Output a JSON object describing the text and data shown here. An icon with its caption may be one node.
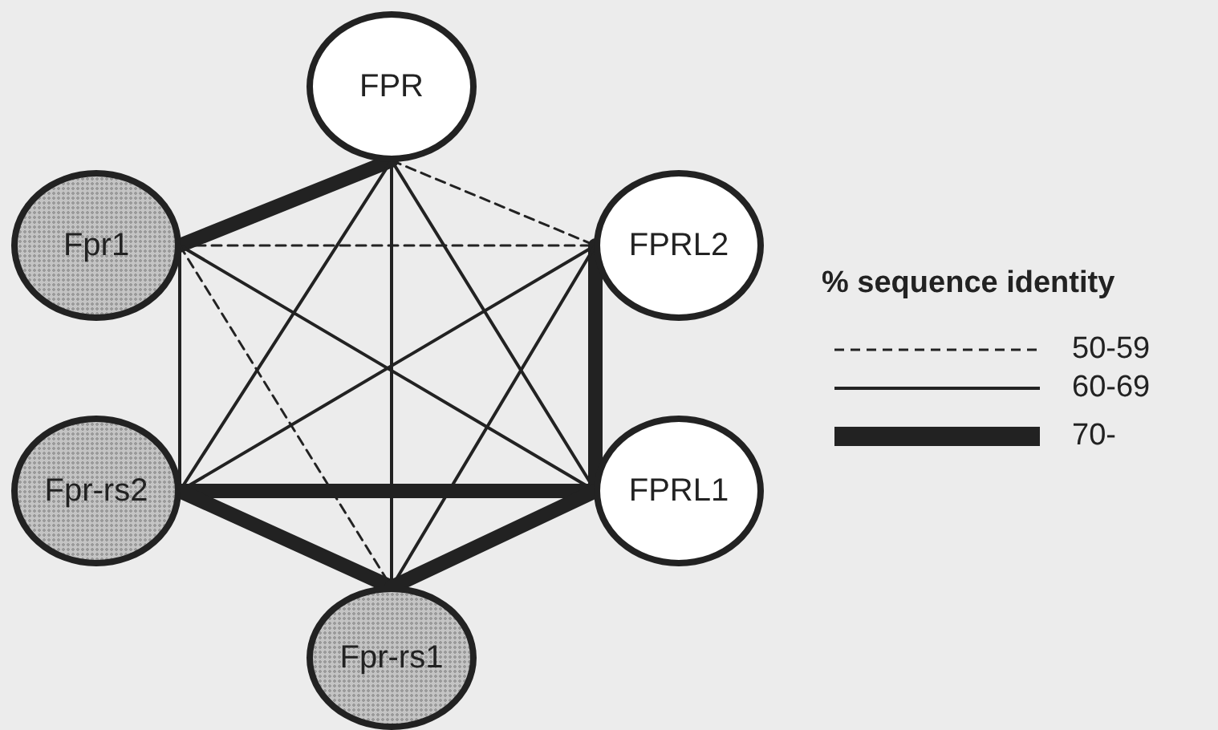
{
  "diagram": {
    "nodes": [
      {
        "text": [
          "FPR"
        ]
      },
      {
        "text": [
          "Fpr1"
        ]
      },
      {
        "text": [
          "FPRL2"
        ]
      },
      {
        "text": [
          "Fpr-rs2"
        ]
      },
      {
        "text": [
          "FPRL1"
        ]
      },
      {
        "text": [
          "Fpr-rs1"
        ]
      }
    ],
    "edges": [
      {
        "from": 0,
        "to": 1,
        "arrow": "none",
        "style": "thick"
      },
      {
        "from": 0,
        "to": 2,
        "arrow": "none",
        "style": "dashed"
      },
      {
        "from": 0,
        "to": 3,
        "arrow": "none"
      },
      {
        "from": 0,
        "to": 4,
        "arrow": "none"
      },
      {
        "from": 0,
        "to": 5,
        "arrow": "none"
      },
      {
        "from": 1,
        "to": 2,
        "arrow": "none",
        "style": "dashed"
      },
      {
        "from": 1,
        "to": 3,
        "arrow": "none"
      },
      {
        "from": 1,
        "to": 4,
        "arrow": "none"
      },
      {
        "from": 1,
        "to": 5,
        "arrow": "none",
        "style": "dashed"
      },
      {
        "from": 2,
        "to": 3,
        "arrow": "none"
      },
      {
        "from": 2,
        "to": 4,
        "arrow": "none",
        "style": "thick"
      },
      {
        "from": 2,
        "to": 5,
        "arrow": "none"
      },
      {
        "from": 3,
        "to": 4,
        "arrow": "none",
        "style": "thick"
      },
      {
        "from": 3,
        "to": 5,
        "arrow": "none",
        "style": "thick"
      },
      {
        "from": 4,
        "to": 5,
        "arrow": "none",
        "style": "thick"
      }
    ],
    "labels": [
      "% sequence identity"
    ],
    "legend": [
      {
        "text": "50-59"
      },
      {
        "text": "60-69"
      },
      {
        "text": "70-"
      }
    ]
  }
}
